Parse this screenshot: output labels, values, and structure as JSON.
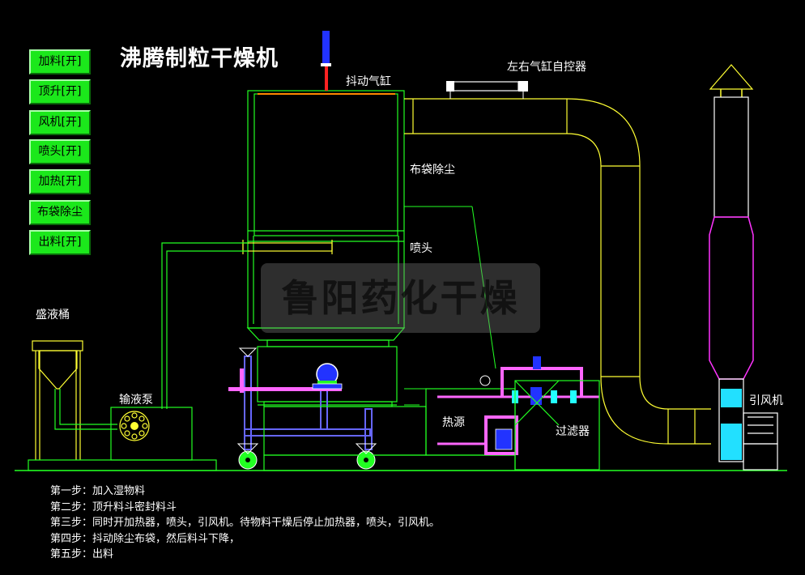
{
  "title": "沸腾制粒干燥机",
  "buttons": [
    {
      "label": "加料[开]"
    },
    {
      "label": "顶升[开]"
    },
    {
      "label": "风机[开]"
    },
    {
      "label": "喷头[开]"
    },
    {
      "label": "加热[开]"
    },
    {
      "label": "布袋除尘"
    },
    {
      "label": "出料[开]"
    }
  ],
  "labels": {
    "shake_cylinder": "抖动气缸",
    "lr_cylinder": "左右气缸自控器",
    "bag_filter": "布袋除尘",
    "nozzle": "喷头",
    "liquid_tank": "盛液桶",
    "pump": "输液泵",
    "heat_source": "热源",
    "filter": "过滤器",
    "fan": "引风机"
  },
  "watermark": "鲁阳药化干燥",
  "steps": [
    "第一步：加入湿物料",
    "第二步：顶升料斗密封料斗",
    "第三步：同时开加热器，喷头，引风机。待物料干燥后停止加热器，喷头，引风机。",
    "第四步：抖动除尘布袋，然后料斗下降，",
    "第五步：出料"
  ],
  "colors": {
    "background": "#000000",
    "button": "#1be81b",
    "pipe_line": "#22ff22",
    "duct": "#ffff33",
    "fan_stack": "#ff33ff",
    "fan_body": "#22e0ff",
    "liquid_pipe": "#ff88ff"
  }
}
